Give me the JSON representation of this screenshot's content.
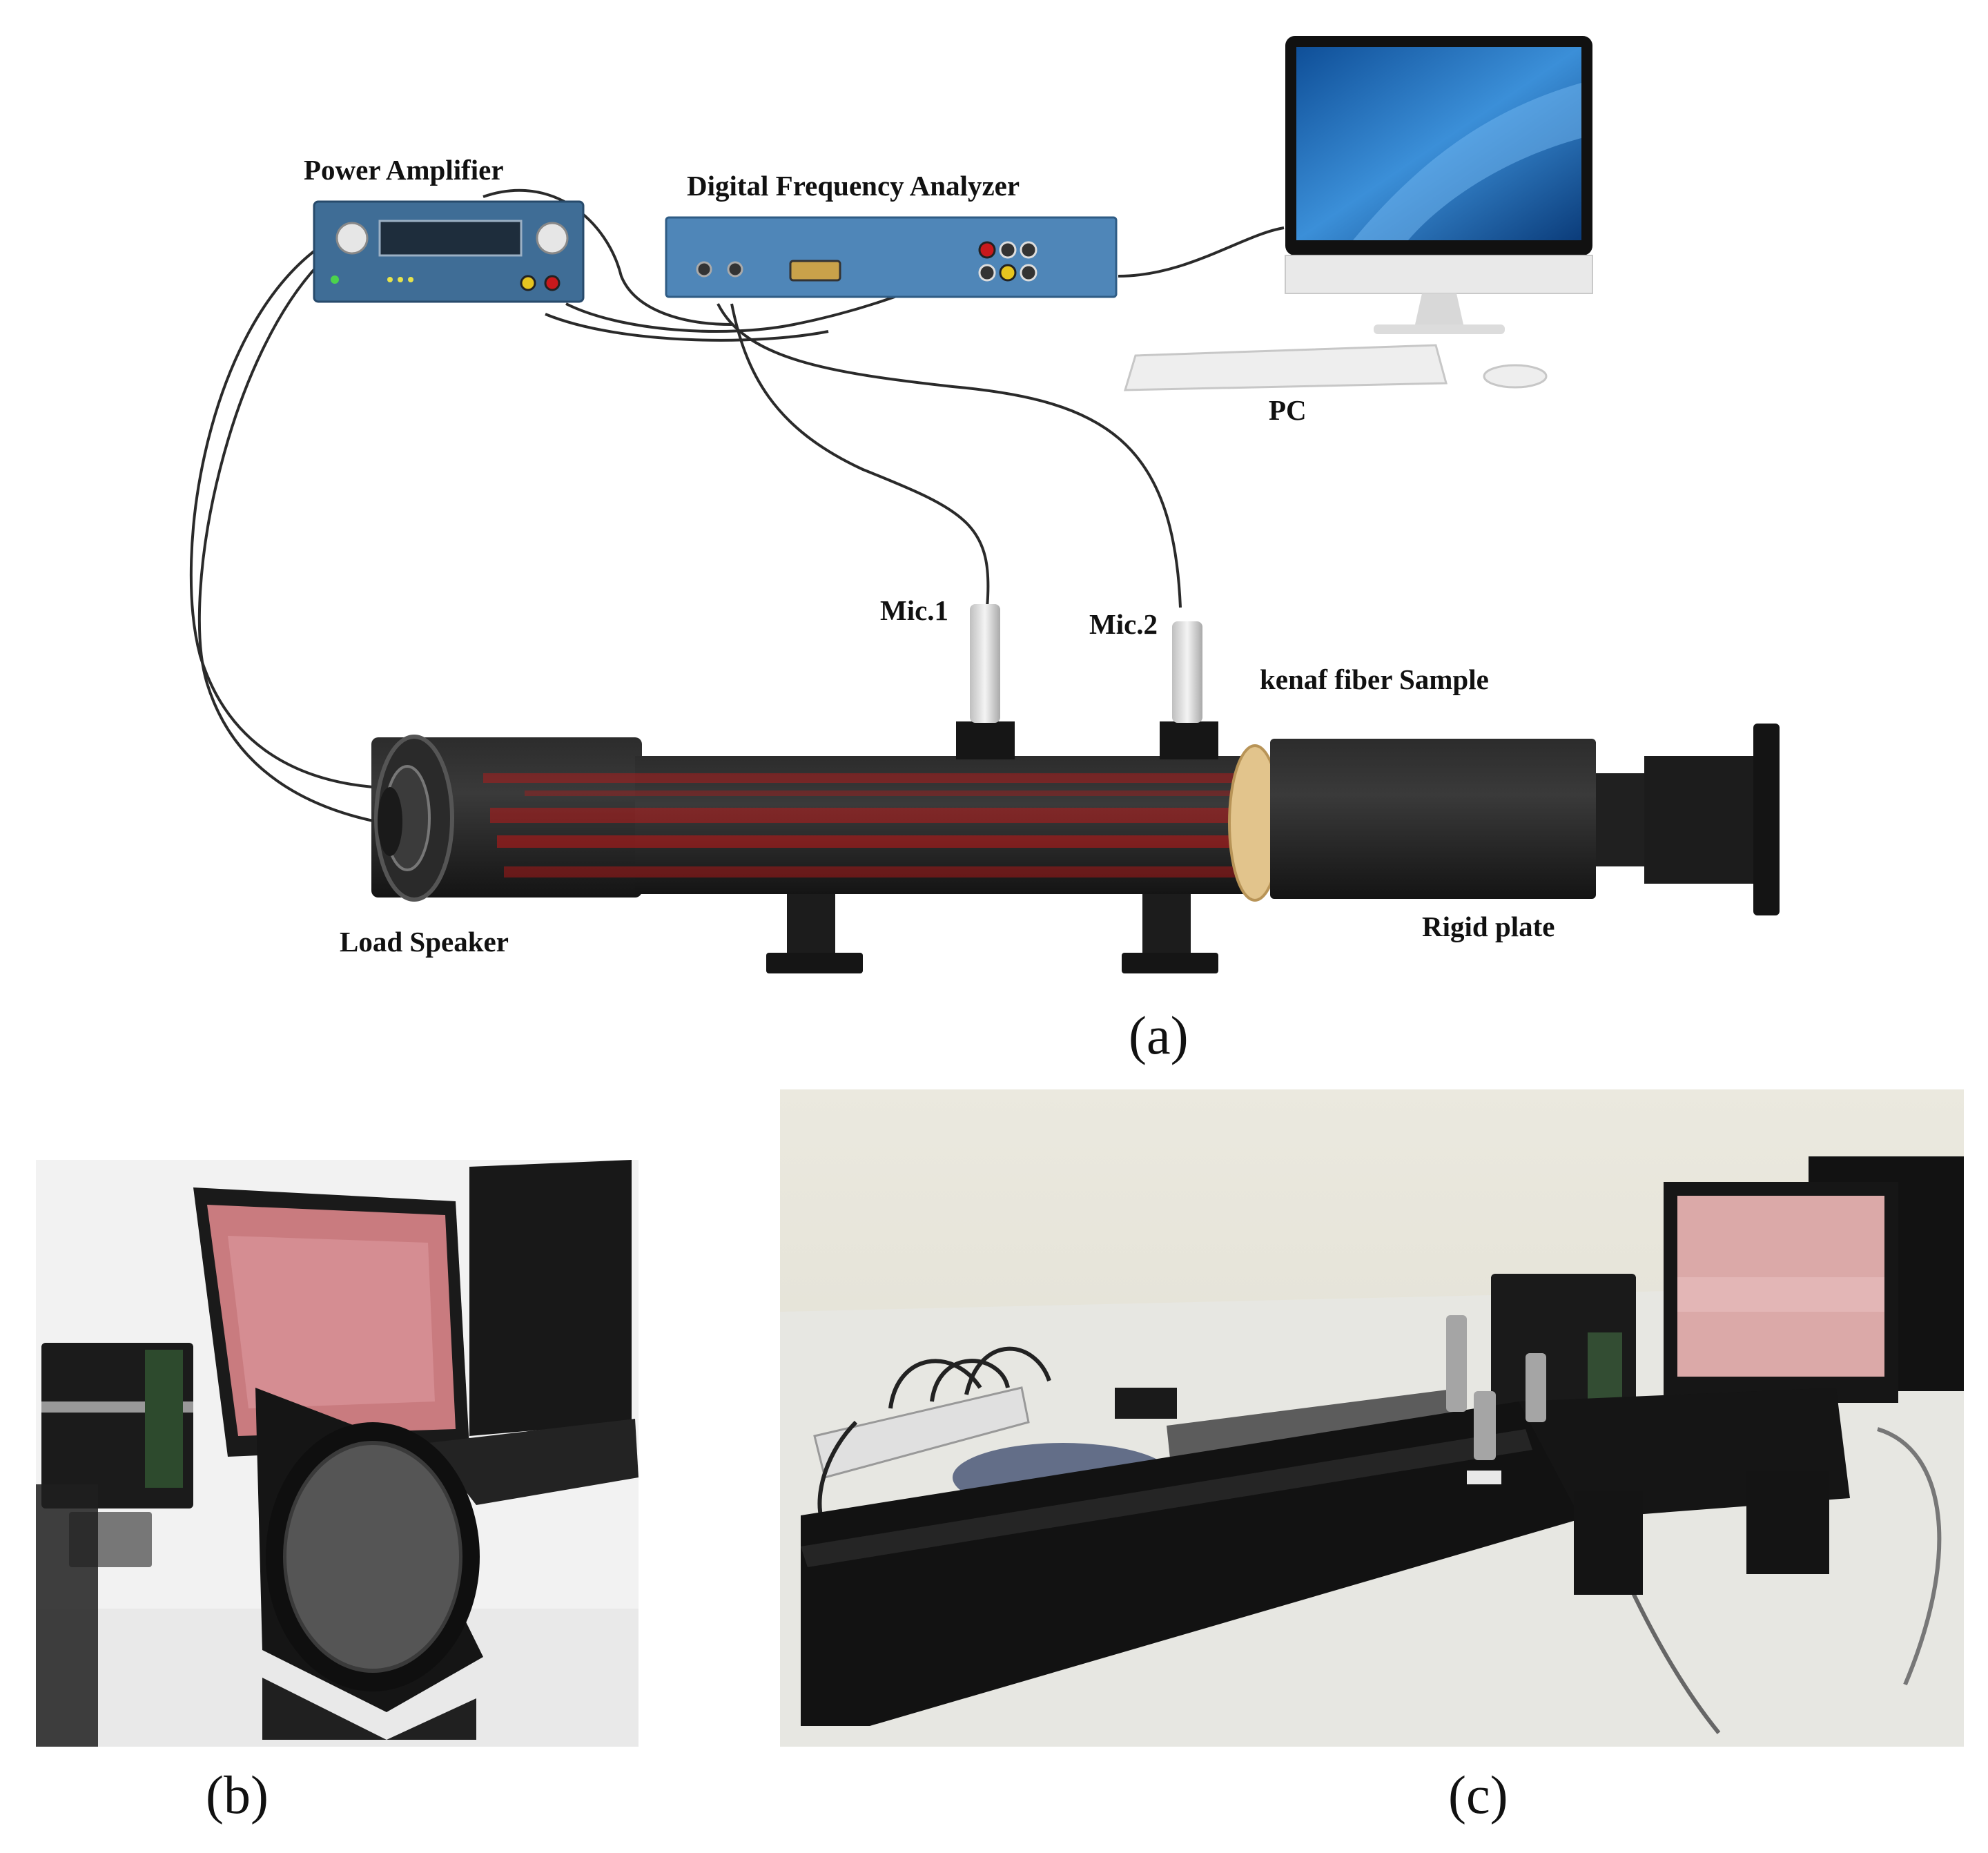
{
  "diagram": {
    "labels": {
      "power_amplifier": "Power Amplifier",
      "digital_frequency_analyzer": "Digital Frequency Analyzer",
      "pc": "PC",
      "mic1": "Mic.1",
      "mic2": "Mic.2",
      "sample": "kenaf fiber Sample",
      "load_speaker": "Load Speaker",
      "rigid_plate": "Rigid plate"
    },
    "captions": {
      "a": "(a)",
      "b": "(b)",
      "c": "(c)"
    }
  },
  "colors": {
    "tube": "#1e1e1e",
    "device_blue": "#3f6d96",
    "sample": "#e2c48c",
    "noise_red": "#d01515",
    "screen_blue": "#2b78c2"
  }
}
